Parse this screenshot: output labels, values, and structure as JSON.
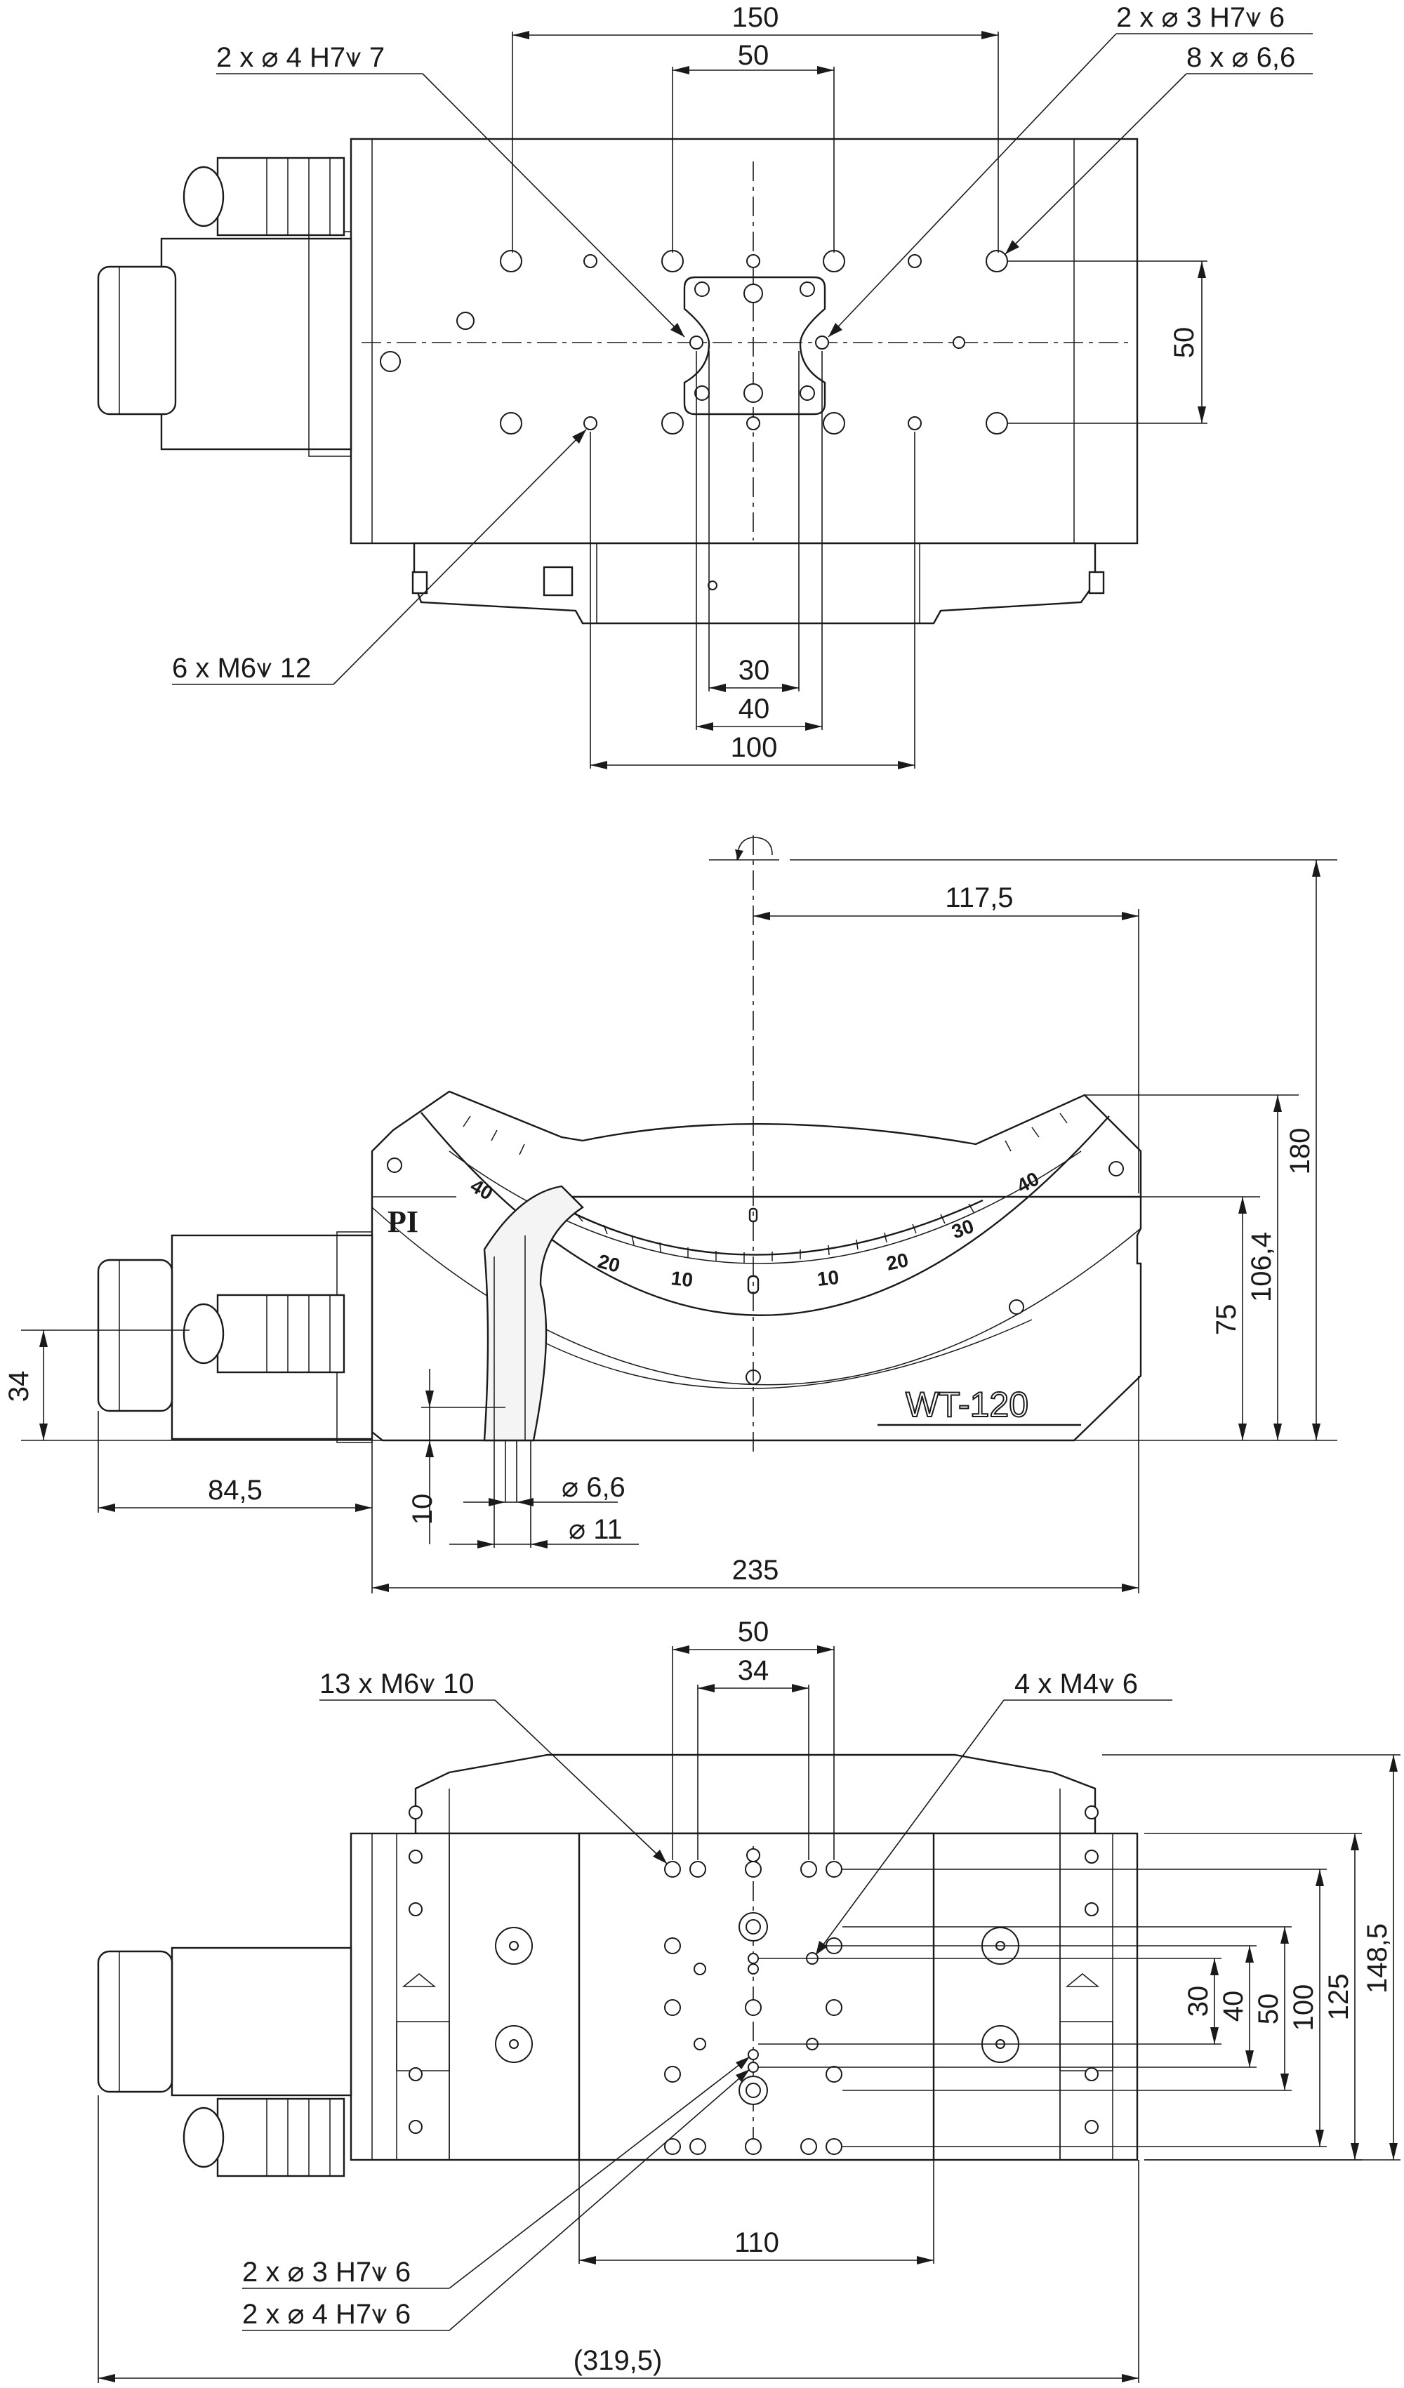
{
  "top_view": {
    "dims": [
      "150",
      "50",
      "50",
      "30",
      "40",
      "100"
    ],
    "callouts": [
      "2 x ⌀ 4 H7⩛ 7",
      "2 x ⌀ 3 H7⩛ 6",
      "8 x ⌀ 6,6",
      "6 x M6⩛ 12"
    ]
  },
  "side_view": {
    "dims": [
      "117,5",
      "180",
      "106,4",
      "75",
      "34",
      "84,5",
      "10",
      "⌀ 6,6",
      "⌀ 11",
      "235"
    ],
    "scale_labels": [
      "40",
      "20",
      "10",
      "10",
      "20",
      "30",
      "40"
    ],
    "brand": "PI",
    "model": "WT-120"
  },
  "bottom_view": {
    "dims": [
      "50",
      "34",
      "30",
      "40",
      "50",
      "100",
      "125",
      "148,5",
      "110",
      "(319,5)"
    ],
    "callouts": [
      "13 x M6⩛ 10",
      "4 x M4⩛ 6",
      "2 x ⌀ 3 H7⩛ 6",
      "2 x ⌀ 4 H7⩛ 6"
    ]
  }
}
